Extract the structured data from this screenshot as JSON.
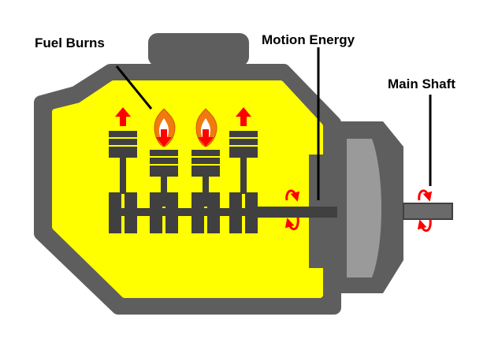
{
  "labels": {
    "fuel_burns": "Fuel Burns",
    "motion_energy": "Motion Energy",
    "main_shaft": "Main Shaft"
  },
  "colors": {
    "engine_body": "#5e5e5e",
    "engine_fill": "#ffff00",
    "mechanism": "#404040",
    "flywheel": "#9a9a9a",
    "arrow_red": "#ff0000",
    "flame_orange": "#f07a10"
  },
  "icons": {
    "piston_up_arrows": [
      "arrow-up-icon",
      "arrow-up-icon"
    ],
    "flames": [
      "flame-icon",
      "flame-icon"
    ],
    "rotation": [
      "rotation-arrow-icon",
      "rotation-arrow-icon"
    ]
  }
}
